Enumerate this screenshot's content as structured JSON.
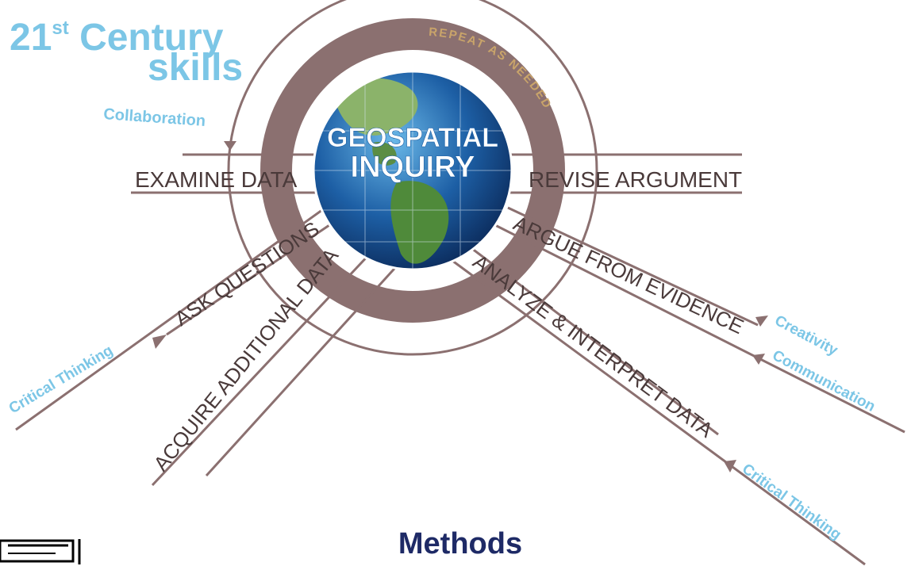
{
  "title": {
    "line1_prefix": "21",
    "line1_sup": "st",
    "line1_suffix": " Century",
    "line2": "skills"
  },
  "center": {
    "line1": "GEOSPATIAL",
    "line2": "INQUIRY"
  },
  "repeat_label": "REPEAT AS NEEDED",
  "steps": {
    "examine": "EXAMINE DATA",
    "revise": "REVISE ARGUMENT",
    "ask": "ASK QUESTIONS",
    "acquire": "ACQUIRE ADDITIONAL DATA",
    "analyze": "ANALYZE & INTERPRET DATA",
    "argue": "ARGUE FROM EVIDENCE"
  },
  "skills": {
    "collaboration": "Collaboration",
    "critical_left": "Critical Thinking",
    "creativity": "Creativity",
    "communication": "Communication",
    "critical_right": "Critical Thinking"
  },
  "footer": {
    "methods": "Methods"
  },
  "colors": {
    "brown": "#8b7070",
    "sky": "#7cc6e6",
    "tan": "#c9a46a",
    "navy": "#1e2a66",
    "ocean": "#1d5fa5",
    "land": "#4f8a3a"
  }
}
